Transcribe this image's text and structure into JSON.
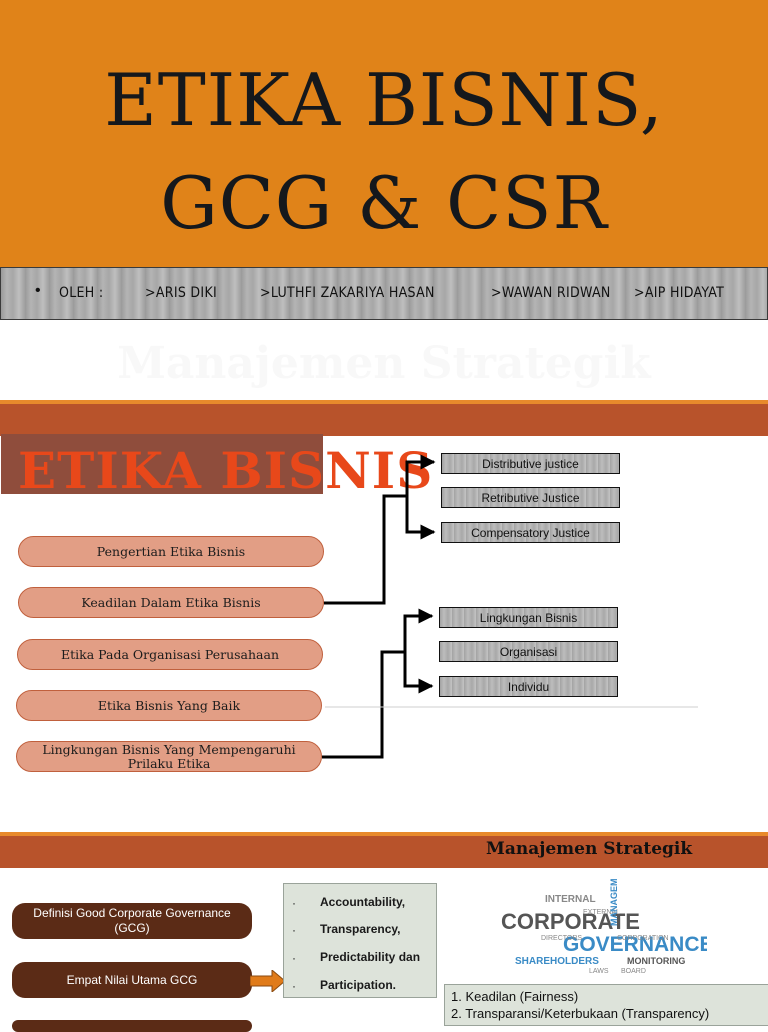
{
  "title_slide": {
    "line1": "ETIKA BISNIS,",
    "line2": "GCG & CSR",
    "bullet": "•",
    "authors": [
      "OLEH :",
      ">ARIS DIKI",
      ">LUTHFI ZAKARIYA HASAN",
      ">WAWAN RIDWAN",
      ">AIP HIDAYAT"
    ],
    "background_color": "#e08319"
  },
  "ghost_title": "Manajemen Strategik",
  "etika_slide": {
    "title": "ETIKA BISNIS",
    "topics": [
      "Pengertian Etika Bisnis",
      "Keadilan Dalam Etika Bisnis",
      "Etika Pada Organisasi Perusahaan",
      "Etika Bisnis Yang Baik",
      "Lingkungan Bisnis Yang Mempengaruhi Prilaku Etika"
    ],
    "keadilan_items": [
      "Distributive justice",
      "Retributive Justice",
      "Compensatory Justice"
    ],
    "lingkungan_items": [
      "Lingkungan Bisnis",
      "Organisasi",
      "Individu"
    ],
    "band_color": "#b8532b",
    "title_color": "#e8481a"
  },
  "gcg_slide": {
    "header": "Manajemen Strategik",
    "items": [
      "Definisi Good Corporate Governance (GCG)",
      "Empat Nilai Utama GCG"
    ],
    "values": [
      "Accountability,",
      "Transparency,",
      "Predictability dan",
      "Participation."
    ],
    "principles": [
      "1. Keadilan (Fairness)",
      "2. Transparansi/Keterbukaan (Transparency)"
    ],
    "word_cloud": [
      "CORPORATE",
      "GOVERNANCE",
      "INTERNAL",
      "MANAGEMENT",
      "SHAREHOLDERS",
      "MONITORING",
      "BOARD",
      "DIRECTORS",
      "CORPORATION",
      "EXTERNAL",
      "LAWS"
    ],
    "pill_color": "#5b2b16"
  }
}
